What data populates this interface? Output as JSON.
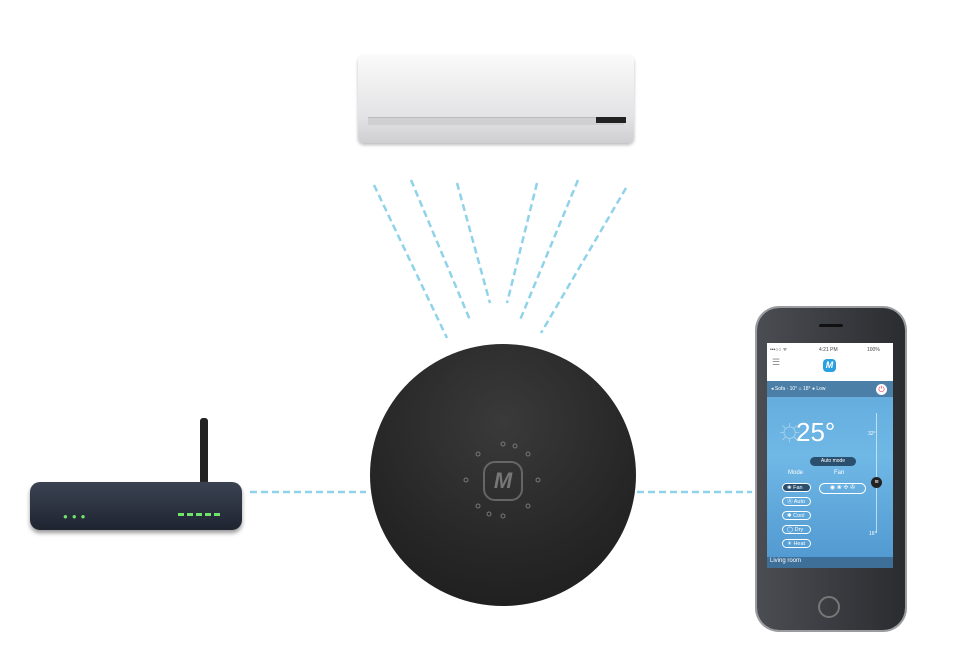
{
  "colors": {
    "beam": "#8fd3ea",
    "hub": "#2a2a2b",
    "phone_screen": "#5ba3d6",
    "accent": "#e8344e"
  },
  "hub": {
    "logo": "M"
  },
  "phone": {
    "status": {
      "carrier": "•••○○ ᯤ",
      "time": "4:21 PM",
      "battery": "100%"
    },
    "logo": "M",
    "info": "◂ Sofa · 10°  ⌂ 18°  ● Low",
    "temperature": "25°",
    "auto_mode": "Auto mode",
    "mode_label": "Mode",
    "fan_label": "Fan",
    "modes": [
      "❀ Fan",
      "Ⓐ Auto",
      "✱ Cool",
      "◯ Dry",
      "☀ Heat"
    ],
    "slider_max": "32°",
    "slider_min": "16°",
    "room": "Living room"
  }
}
